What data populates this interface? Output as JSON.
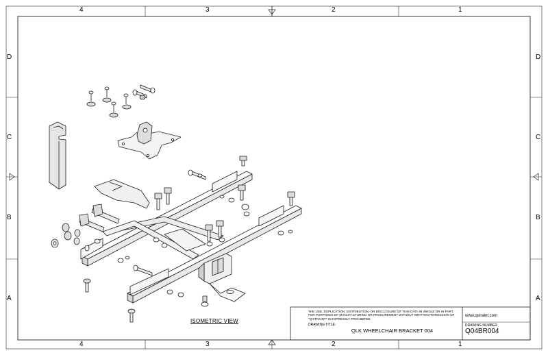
{
  "zones": {
    "columns": [
      "4",
      "3",
      "2",
      "1"
    ],
    "rows": [
      "D",
      "C",
      "B",
      "A"
    ]
  },
  "view_label": "ISOMETRIC VIEW",
  "title_block": {
    "notice": "THE USE, DUPLICATION, DISTRIBUTION, OR DISCLOSURE OF THIS DATA IN WHOLE OR IN PART, FOR PURPOSES OF MANUFACTURING OR PROCUREMENT WITHOUT WRITTEN PERMISSION OF \"Q'STRAINT\" IS EXPRESSLY PROHIBITED.",
    "drawing_title_label": "DRAWING TITLE:",
    "drawing_title": "QLK WHEELCHAIR BRACKET 004",
    "website": "www.qstraint.com",
    "drawing_number_label": "DRAWING NUMBER",
    "drawing_number": "Q04BR004"
  }
}
